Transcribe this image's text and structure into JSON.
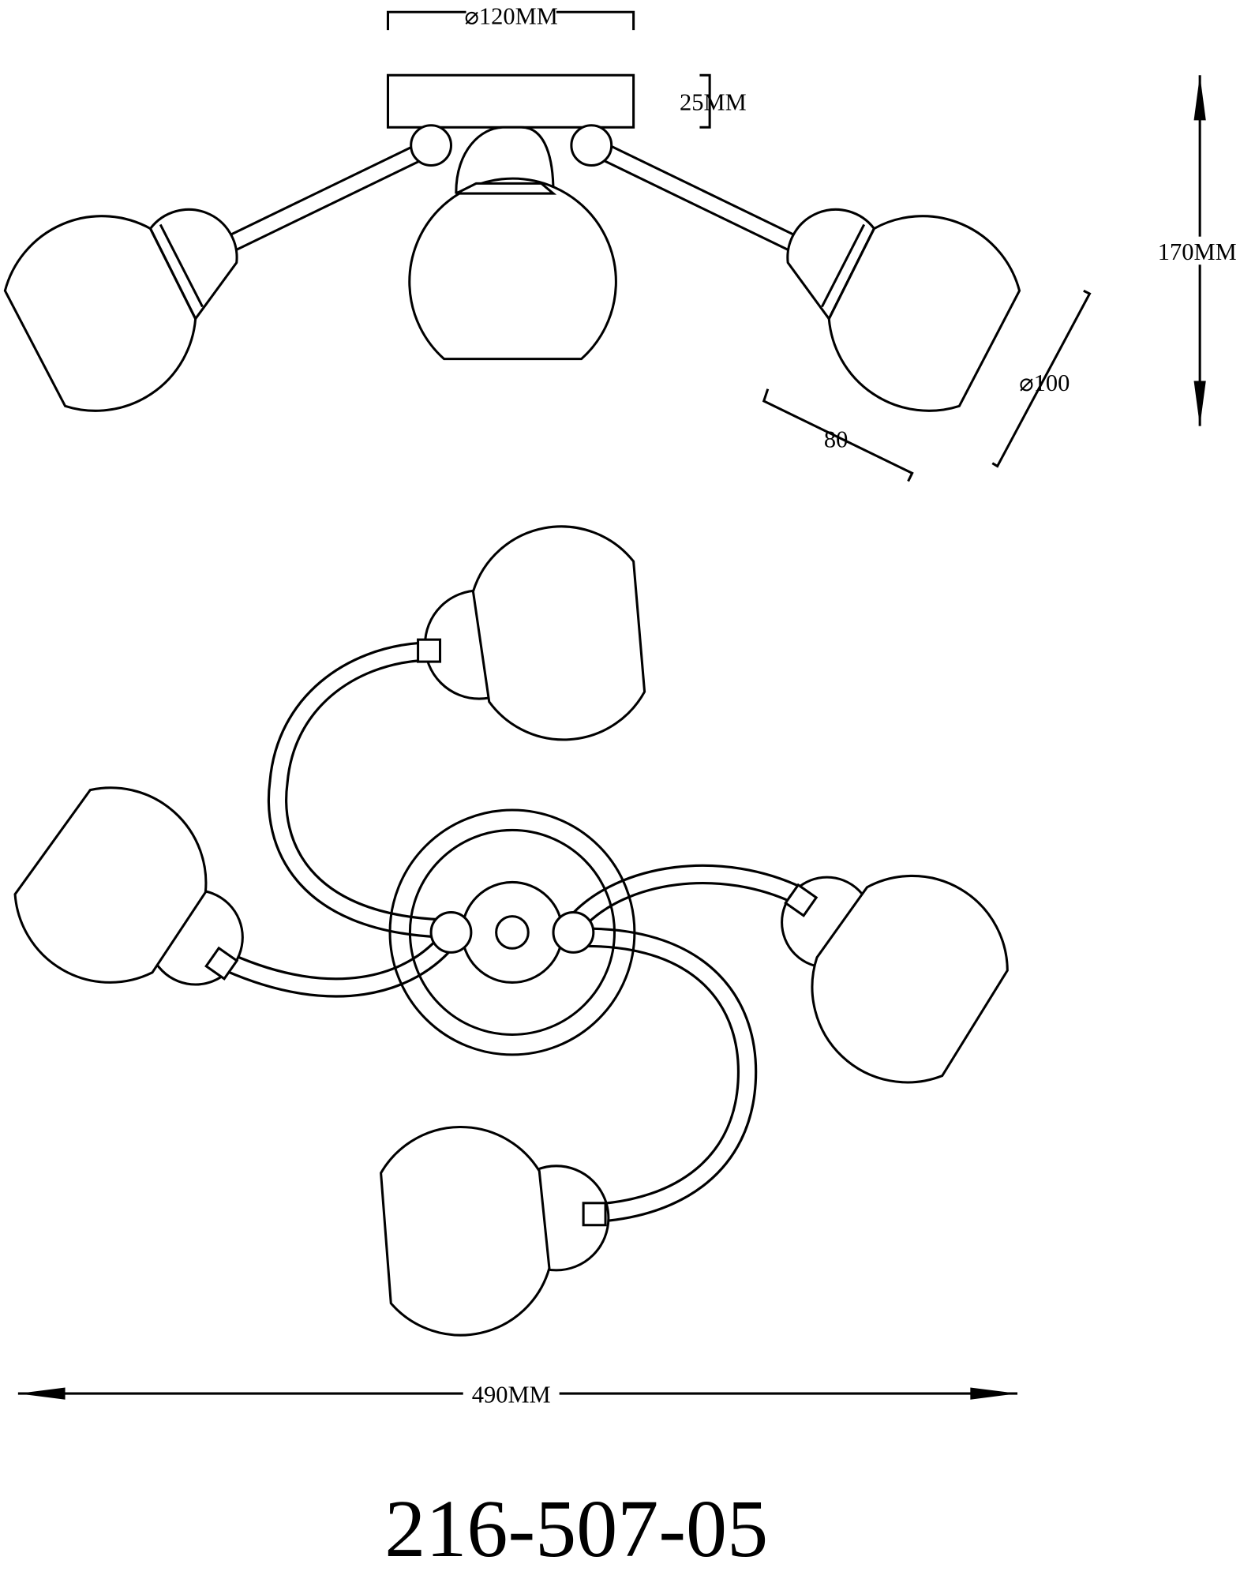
{
  "dimensions": {
    "canopy_diameter": "⌀120MM",
    "canopy_height": "25MM",
    "total_height": "170MM",
    "shade_depth": "80",
    "shade_diameter": "⌀100",
    "total_width": "490MM"
  },
  "model_number": "216-507-05",
  "colors": {
    "line": "#000000",
    "background": "#ffffff"
  }
}
